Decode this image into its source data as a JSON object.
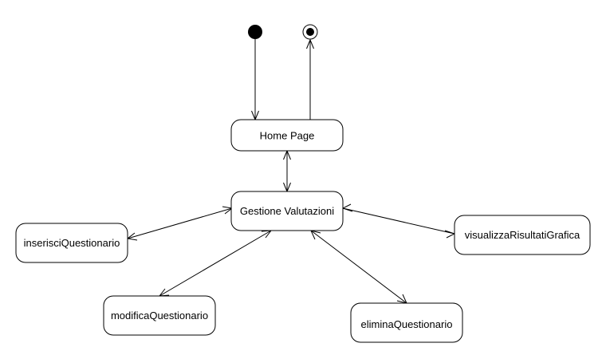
{
  "diagram": {
    "type": "uml-state-diagram",
    "initial_state": "initial",
    "final_state": "final",
    "states": {
      "home": "Home Page",
      "gestione": "Gestione Valutazioni",
      "inserisci": "inserisciQuestionario",
      "modifica": "modificaQuestionario",
      "elimina": "eliminaQuestionario",
      "visualizza": "visualizzaRisultatiGrafica"
    },
    "transitions": [
      {
        "from": "initial",
        "to": "home",
        "direction": "one-way"
      },
      {
        "from": "home",
        "to": "final",
        "direction": "one-way"
      },
      {
        "from": "home",
        "to": "gestione",
        "direction": "two-way"
      },
      {
        "from": "gestione",
        "to": "inserisci",
        "direction": "two-way"
      },
      {
        "from": "gestione",
        "to": "modifica",
        "direction": "two-way"
      },
      {
        "from": "gestione",
        "to": "elimina",
        "direction": "two-way"
      },
      {
        "from": "gestione",
        "to": "visualizza",
        "direction": "two-way"
      }
    ]
  }
}
